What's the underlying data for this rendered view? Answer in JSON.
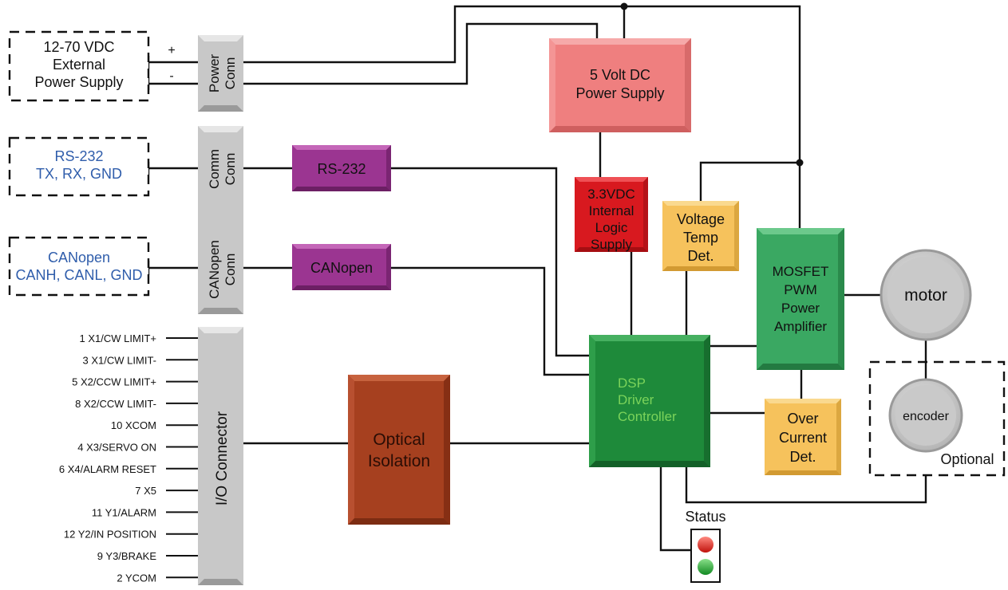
{
  "external_supply": {
    "lines": [
      "12-70 VDC",
      "External",
      "Power Supply"
    ],
    "plus": "+",
    "minus": "-"
  },
  "rs232_ext": {
    "lines": [
      "RS-232",
      "TX, RX, GND"
    ]
  },
  "canopen_ext": {
    "lines": [
      "CANopen",
      "CANH, CANL, GND"
    ]
  },
  "power_conn": {
    "lines": [
      "Power",
      "Conn"
    ]
  },
  "comm_conn": {
    "lines": [
      "Comm",
      "Conn"
    ]
  },
  "canopen_conn": {
    "lines": [
      "CANopen",
      "Conn"
    ]
  },
  "io_connector": {
    "label": "I/O Connector"
  },
  "io_pins": [
    "1 X1/CW LIMIT+",
    "3 X1/CW LIMIT-",
    "5 X2/CCW LIMIT+",
    "8 X2/CCW LIMIT-",
    "10 XCOM",
    "4 X3/SERVO ON",
    "6 X4/ALARM RESET",
    "7 X5",
    "11 Y1/ALARM",
    "12 Y2/IN POSITION",
    "9 Y3/BRAKE",
    "2 YCOM"
  ],
  "rs232_block": {
    "label": "RS-232"
  },
  "canopen_block": {
    "label": "CANopen"
  },
  "optical_isolation": {
    "lines": [
      "Optical",
      "Isolation"
    ]
  },
  "five_volt": {
    "lines": [
      "5 Volt DC",
      "Power Supply"
    ]
  },
  "logic_supply": {
    "lines": [
      "3.3VDC",
      "Internal",
      "Logic",
      "Supply"
    ]
  },
  "voltage_temp": {
    "lines": [
      "Voltage",
      "Temp",
      "Det."
    ]
  },
  "dsp": {
    "lines": [
      "DSP",
      "Driver",
      "Controller"
    ]
  },
  "mosfet": {
    "lines": [
      "MOSFET",
      "PWM",
      "Power",
      "Amplifier"
    ]
  },
  "over_current": {
    "lines": [
      "Over",
      "Current",
      "Det."
    ]
  },
  "motor": {
    "label": "motor"
  },
  "encoder": {
    "label": "encoder"
  },
  "optional": {
    "label": "Optional"
  },
  "status": {
    "label": "Status"
  },
  "colors": {
    "five_volt": "#ef7f7f",
    "logic": "#d8191f",
    "voltage_temp": "#f6c25c",
    "dsp": "#1e8a3a",
    "dsp_text": "#7bd35a",
    "mosfet": "#3aa862",
    "over_current": "#f6c25c",
    "purple": "#9b3591",
    "optical": "#a6401f",
    "connector": "#c8c8c8",
    "blue_text": "#2f5dab"
  }
}
